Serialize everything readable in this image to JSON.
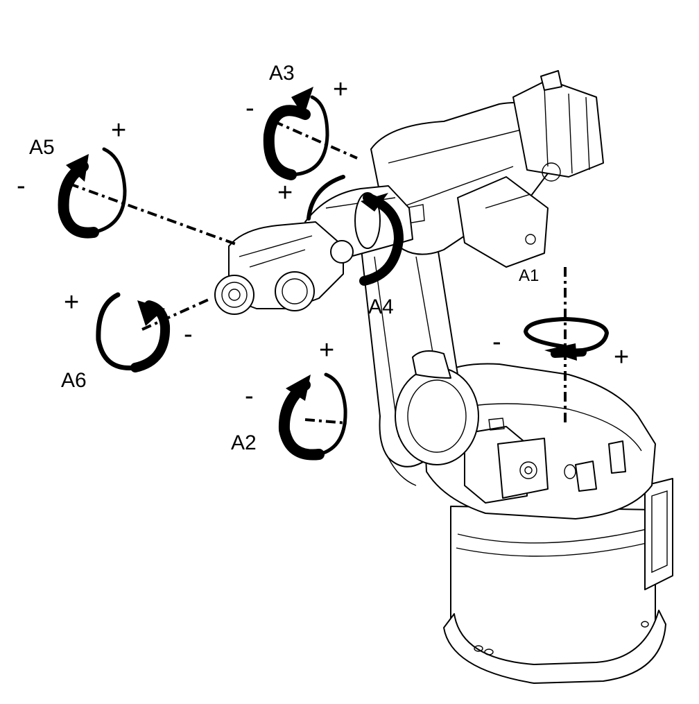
{
  "diagram": {
    "axes": [
      {
        "id": "A1",
        "label": "A1",
        "minus": "-",
        "plus": "+"
      },
      {
        "id": "A2",
        "label": "A2",
        "minus": "-",
        "plus": "+"
      },
      {
        "id": "A3",
        "label": "A3",
        "minus": "-",
        "plus": "+"
      },
      {
        "id": "A4",
        "label": "A4",
        "minus": "",
        "plus": "+"
      },
      {
        "id": "A5",
        "label": "A5",
        "minus": "-",
        "plus": "+"
      },
      {
        "id": "A6",
        "label": "A6",
        "minus": "-",
        "plus": "+"
      }
    ],
    "colors": {
      "ink": "#000000",
      "background": "#ffffff"
    }
  }
}
